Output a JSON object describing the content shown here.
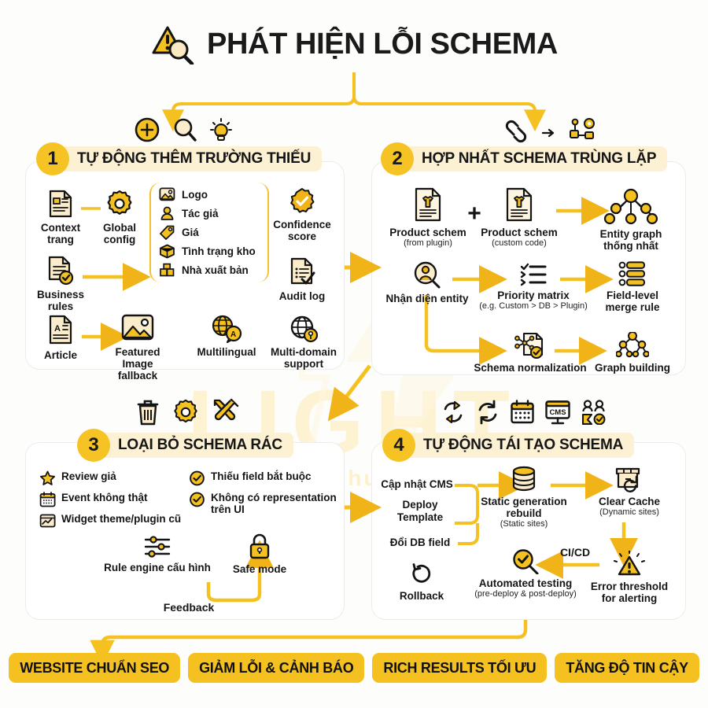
{
  "title": {
    "text": "PHÁT HIỆN LỖI SCHEMA",
    "icon": "warning-magnifier-icon"
  },
  "colors": {
    "accent": "#f5c120",
    "accent_light": "#fdf1d4",
    "ink": "#151515",
    "card_border": "#ececec",
    "watermark": "#fdf3d2"
  },
  "watermark": {
    "main": "LIGHT",
    "sub": "Nhanh - Chuẩn - Đẹp"
  },
  "sections": [
    {
      "number": "1",
      "title": "TỰ ĐỘNG THÊM TRƯỜNG THIẾU",
      "top_icons": [
        "plus-circle-icon",
        "magnifier-icon",
        "lightbulb-icon"
      ],
      "nodes": [
        {
          "label": "Context\ntrang",
          "icon": "document-icon"
        },
        {
          "label": "Global\nconfig",
          "icon": "gear-icon"
        },
        {
          "label": "Business\nrules",
          "icon": "rules-check-doc-icon"
        },
        {
          "label": "Article",
          "icon": "article-doc-icon"
        },
        {
          "label": "Featured Image\nfallback",
          "icon": "image-icon"
        },
        {
          "label": "Multilingual",
          "icon": "globe-chat-icon"
        },
        {
          "label": "Multi-domain\nsupport",
          "icon": "globe-pin-icon"
        },
        {
          "label": "Confidence\nscore",
          "icon": "badge-check-icon"
        },
        {
          "label": "Audit log",
          "icon": "audit-doc-icon"
        }
      ],
      "bracket_list": [
        {
          "label": "Logo",
          "icon": "image-icon"
        },
        {
          "label": "Tác giả",
          "icon": "person-icon"
        },
        {
          "label": "Giá",
          "icon": "price-tag-icon"
        },
        {
          "label": "Tình trạng kho",
          "icon": "box-icon"
        },
        {
          "label": "Nhà xuất bản",
          "icon": "boxes-icon"
        }
      ]
    },
    {
      "number": "2",
      "title": "HỢP NHẤT SCHEMA TRÙNG LẶP",
      "top_icons": [
        "link-icon",
        "arrow-right-icon",
        "schema-gear-icon"
      ],
      "nodes": [
        {
          "label": "Product schem",
          "sub": "(from plugin)",
          "icon": "product-doc-icon"
        },
        {
          "label": "+",
          "sub": "",
          "icon": "plus-sign"
        },
        {
          "label": "Product schem",
          "sub": "(custom code)",
          "icon": "product-doc-icon"
        },
        {
          "label": "Entity graph\nthống nhất",
          "icon": "entity-graph-icon"
        },
        {
          "label": "Nhận diện entity",
          "icon": "identify-user-icon"
        },
        {
          "label": "Priority matrix",
          "sub": "(e.g. Custom > DB > Plugin)",
          "icon": "priority-list-icon"
        },
        {
          "label": "Field-level\nmerge rule",
          "icon": "field-merge-icon"
        },
        {
          "label": "Schema normalization",
          "icon": "normalize-doc-icon"
        },
        {
          "label": "Graph building",
          "icon": "graph-build-icon"
        }
      ]
    },
    {
      "number": "3",
      "title": "LOẠI BỎ SCHEMA RÁC",
      "top_icons": [
        "trash-icon",
        "gear-icon",
        "tools-icon"
      ],
      "bullets_left": [
        {
          "label": "Review giả",
          "icon": "star-icon"
        },
        {
          "label": "Event không thật",
          "icon": "calendar-icon"
        },
        {
          "label": "Widget theme/plugin cũ",
          "icon": "widget-icon"
        }
      ],
      "bullets_right": [
        {
          "label": "Thiếu field bắt buộc",
          "icon": "check-circle-icon"
        },
        {
          "label": "Không có representation\ntrên UI",
          "icon": "check-circle-icon"
        }
      ],
      "nodes": [
        {
          "label": "Rule engine cấu hình",
          "icon": "sliders-icon"
        },
        {
          "label": "Safe mode",
          "icon": "lock-icon"
        }
      ],
      "feedback_label": "Feedback"
    },
    {
      "number": "4",
      "title": "TỰ ĐỘNG TÁI TẠO SCHEMA",
      "top_icons": [
        "sync-arrows-icon",
        "refresh-icon",
        "calendar-icon",
        "cms-screen-icon",
        "users-check-icon"
      ],
      "inputs": [
        "Cập nhật CMS",
        "Deploy\nTemplate",
        "Đổi DB field"
      ],
      "nodes": [
        {
          "label": "Static generation\nrebuild",
          "sub": "(Static sites)",
          "icon": "database-icon"
        },
        {
          "label": "Clear Cache",
          "sub": "(Dynamic sites)",
          "icon": "cache-refresh-icon"
        },
        {
          "label": "Error threshold\nfor alerting",
          "icon": "alert-triangle-icon"
        },
        {
          "label": "Automated testing",
          "sub": "(pre-deploy & post-deploy)",
          "icon": "check-magnifier-icon"
        },
        {
          "label": "Rollback",
          "icon": "rollback-icon"
        }
      ],
      "cicd_label": "CI/CD"
    }
  ],
  "banners": [
    "WEBSITE CHUẨN SEO",
    "GIẢM LỖI & CẢNH BÁO",
    "RICH RESULTS TỐI ƯU",
    "TĂNG ĐỘ TIN CẬY"
  ]
}
